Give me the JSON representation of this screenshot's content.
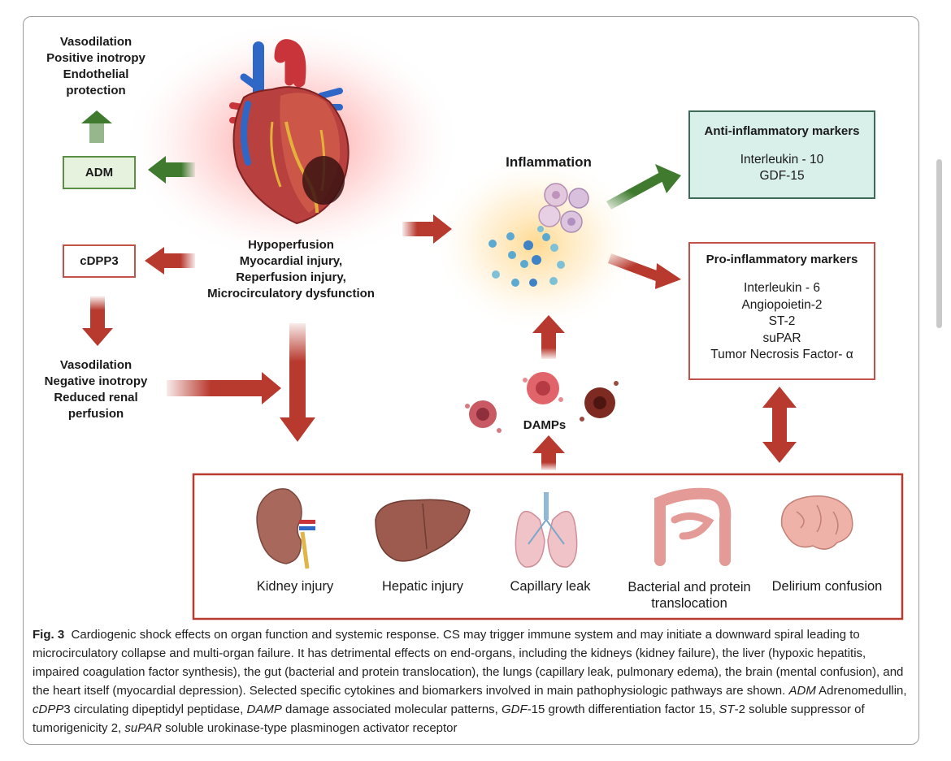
{
  "heart_labels": [
    "Hypoperfusion",
    "Myocardial injury,",
    "Reperfusion injury,",
    "Microcirculatory dysfunction"
  ],
  "adm_effects": [
    "Vasodilation",
    "Positive inotropy",
    "Endothelial",
    "protection"
  ],
  "adm_box": "ADM",
  "cdpp3_box": "cDPP3",
  "cdpp3_effects": [
    "Vasodilation",
    "Negative inotropy",
    "Reduced renal",
    "perfusion"
  ],
  "inflammation_label": "Inflammation",
  "damps_label": "DAMPs",
  "anti_box": {
    "title": "Anti-inflammatory markers",
    "items": [
      "Interleukin - 10",
      "GDF-15"
    ]
  },
  "pro_box": {
    "title": "Pro-inflammatory markers",
    "items": [
      "Interleukin - 6",
      "Angiopoietin-2",
      "ST-2",
      "suPAR",
      "Tumor Necrosis Factor- α"
    ]
  },
  "organs": [
    {
      "label": "Kidney injury",
      "icon": "kidney-icon"
    },
    {
      "label": "Hepatic injury",
      "icon": "liver-icon"
    },
    {
      "label": "Capillary leak",
      "icon": "lungs-icon"
    },
    {
      "label": "Bacterial and protein translocation",
      "icon": "intestine-icon"
    },
    {
      "label": "Delirium confusion",
      "icon": "brain-icon"
    }
  ],
  "caption": {
    "fig_label": "Fig. 3",
    "text": "Cardiogenic shock effects on organ function and systemic response. CS may trigger immune system and may initiate a downward spiral leading to microcirculatory collapse and multi-organ failure. It has detrimental effects on end-organs, including the kidneys (kidney failure), the liver (hypoxic hepatitis, impaired coagulation factor synthesis), the gut (bacterial and protein translocation), the lungs (capillary leak, pulmonary edema), the brain (mental confusion), and the heart itself (myocardial depression). Selected specific cytokines and biomarkers involved in main pathophysiologic pathways are shown.",
    "abbreviations": [
      {
        "abbr": "ADM",
        "def": "Adrenomedullin"
      },
      {
        "abbr": "cDPP",
        "suffix": "3",
        "def": "circulating dipeptidyl peptidase"
      },
      {
        "abbr": "DAMP",
        "def": "damage associated molecular patterns"
      },
      {
        "abbr": "GDF",
        "suffix": "-15",
        "def": "growth differentiation factor 15"
      },
      {
        "abbr": "ST",
        "suffix": "-2",
        "def": "soluble suppressor of tumorigenicity 2"
      },
      {
        "abbr": "suPAR",
        "def": "soluble urokinase-type plasminogen activator receptor"
      }
    ]
  },
  "colors": {
    "green": "#3f7a2e",
    "red": "#b83a2f",
    "anti_fill": "#d8efea",
    "pro_border": "#c0524a"
  }
}
